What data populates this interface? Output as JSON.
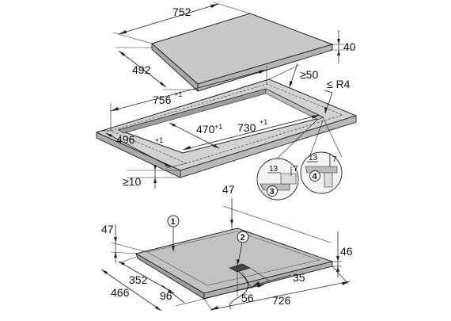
{
  "top_glass": {
    "width": "752",
    "depth": "492",
    "height": "40"
  },
  "cutout": {
    "overall_width": "756",
    "overall_width_tol": "+1",
    "overall_depth": "496",
    "overall_depth_tol": "+1",
    "inner_width": "730",
    "inner_width_tol": "+1",
    "inner_depth": "470",
    "inner_depth_tol": "+1",
    "back_clearance": "≥50",
    "corner_radius": "≤ R4",
    "front_clearance": "≥10"
  },
  "details": {
    "detail_3_label": "3",
    "detail_3_width": "13",
    "detail_3_height": "7",
    "detail_4_label": "4",
    "detail_4_width": "13",
    "detail_4_height": "7"
  },
  "bottom_unit": {
    "top_offset": "47",
    "left_offset": "47",
    "callout_1": "1",
    "callout_2": "2",
    "height": "46",
    "depth_inner": "352",
    "depth_outer": "466",
    "front_offset": "96",
    "conn_offset": "56",
    "conn_width": "35",
    "width": "726"
  }
}
